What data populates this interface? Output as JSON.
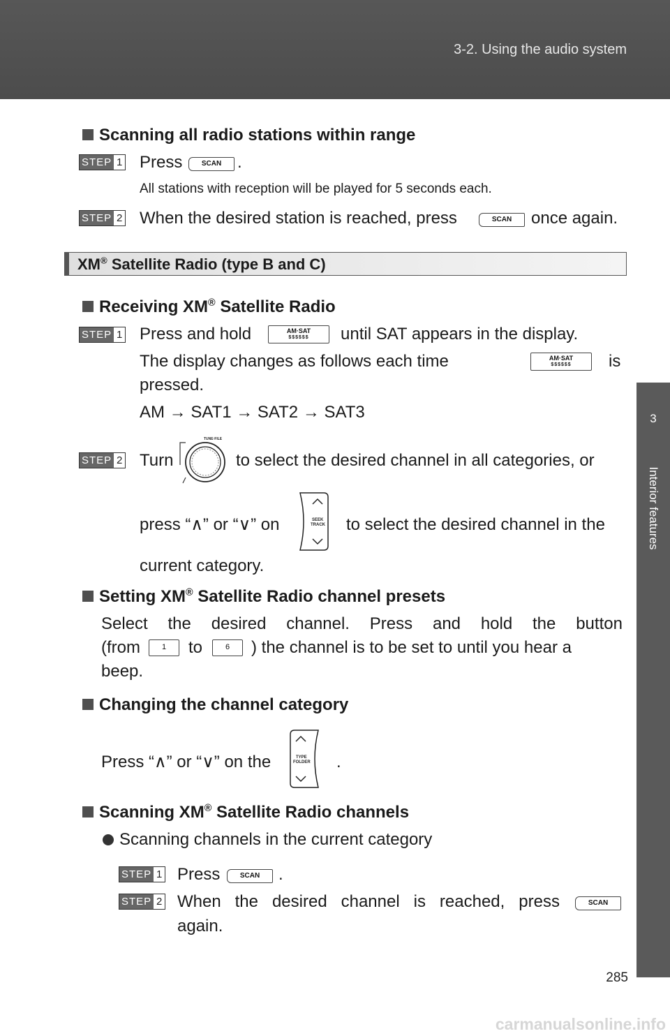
{
  "header": {
    "title": "3-2. Using the audio system"
  },
  "side_tab": {
    "number": "3",
    "label": "Interior features"
  },
  "steps": {
    "step_word": "STEP",
    "one": "1",
    "two": "2"
  },
  "buttons": {
    "scan": "SCAN",
    "amsat": "AM·SAT",
    "amsat_sub": "$$$$$$",
    "preset_1": "1",
    "preset_6": "6",
    "tune_file": "TUNE·FILE",
    "seek_track_1": "SEEK",
    "seek_track_2": "TRACK",
    "type_folder_1": "TYPE",
    "type_folder_2": "FOLDER"
  },
  "scan_all": {
    "heading": "Scanning all radio stations within range",
    "step1_press": "Press",
    "step1_end": ".",
    "step1_note": "All stations with reception will be played for 5 seconds each.",
    "step2_a": "When the desired station is reached, press",
    "step2_b": "once again."
  },
  "xm_section": {
    "title_a": "XM",
    "title_reg": "®",
    "title_b": " Satellite Radio (type B and C)"
  },
  "receiving": {
    "heading_a": "Receiving XM",
    "heading_b": " Satellite Radio",
    "step1_a": "Press and hold",
    "step1_b": "until SAT appears in the display.",
    "changes_a": "The display changes as follows each time",
    "changes_b": "is",
    "changes_c": "pressed.",
    "sequence": "AM → SAT1 → SAT2 → SAT3",
    "step2_a": "Turn",
    "step2_b": "to select the desired channel in all categories, or",
    "press_a": "press “∧” or “∨” on",
    "press_b": "to select the desired channel in the",
    "press_c": "current category."
  },
  "presets": {
    "heading_a": "Setting XM",
    "heading_b": " Satellite Radio channel presets",
    "line1": [
      "Select",
      "the",
      "desired",
      "channel.",
      "Press",
      "and",
      "hold",
      "the",
      "button"
    ],
    "line2_a": "(from",
    "line2_b": "to",
    "line2_c": ") the channel is to be set to until you hear a",
    "line3": "beep."
  },
  "category": {
    "heading": "Changing the channel category",
    "text_a": "Press “∧” or “∨” on the",
    "text_b": "."
  },
  "scanning_xm": {
    "heading_a": "Scanning XM",
    "heading_b": " Satellite Radio channels",
    "bullet": "Scanning channels in the current category",
    "step1_a": "Press",
    "step1_b": ".",
    "step2_a": [
      "When",
      "the",
      "desired",
      "channel",
      "is",
      "reached,",
      "press"
    ],
    "step2_b": "again."
  },
  "page_number": "285",
  "watermark": "carmanualsonline.info"
}
